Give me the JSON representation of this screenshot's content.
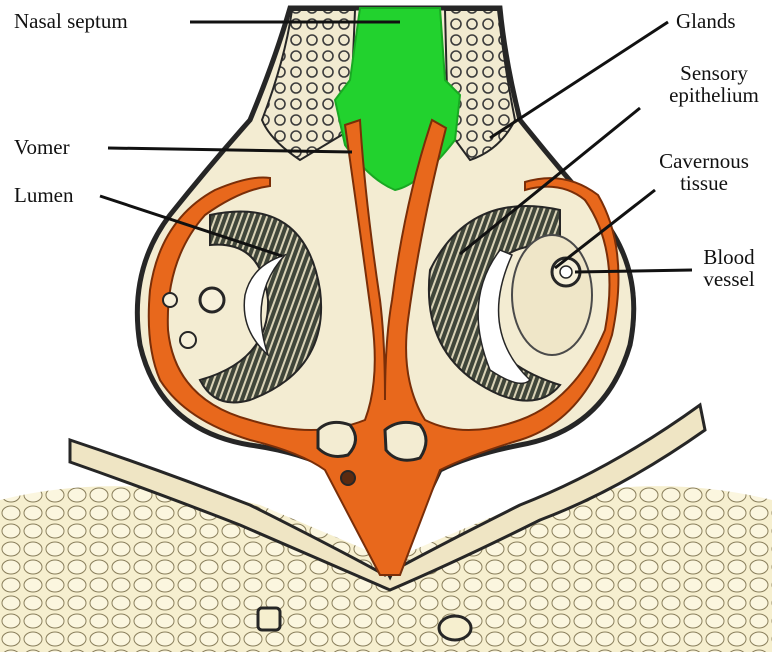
{
  "labels": {
    "nasal_septum": "Nasal septum",
    "vomer": "Vomer",
    "lumen": "Lumen",
    "glands": "Glands",
    "sensory_line1": "Sensory",
    "sensory_line2": "epithelium",
    "cavernous_line1": "Cavernous",
    "cavernous_line2": "tissue",
    "blood_line1": "Blood",
    "blood_line2": "vessel"
  },
  "colors": {
    "septum": "#22d22e",
    "vomer": "#e8681c",
    "tissue": "#f3ecd2",
    "epithelium": "#2f352c",
    "outline": "#262626",
    "bone": "#f6efcf"
  }
}
